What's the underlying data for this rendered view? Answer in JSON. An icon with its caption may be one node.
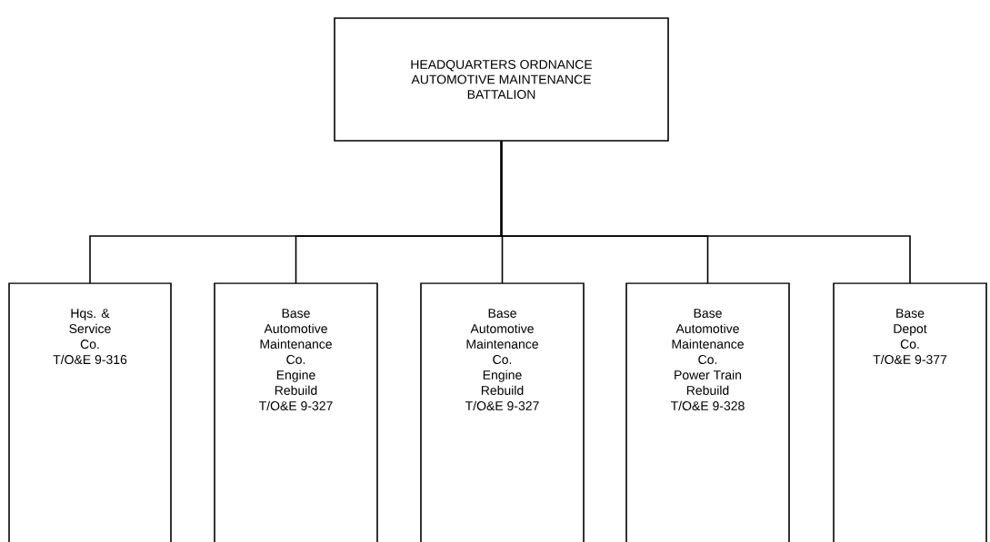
{
  "diagram": {
    "nodes": [
      {
        "text": [
          "HEADQUARTERS ORDNANCE AUTOMOTIVE MAINTENANCE BATTALION"
        ]
      },
      {
        "text": [
          "Hqs. & Service Co.",
          "T/O&E 9-316"
        ]
      },
      {
        "text": [
          "Base Automotive Maintenance Co.",
          "Engine Rebuild",
          "T/O&E 9-327"
        ]
      },
      {
        "text": [
          "Base Automotive Maintenance Co.",
          "Engine Rebuild",
          "T/O&E 9-327"
        ]
      },
      {
        "text": [
          "Base Automotive Maintenance Co.",
          "Power Train Rebuild",
          "T/O&E 9-328"
        ]
      },
      {
        "text": [
          "Base Depot Co.",
          "T/O&E 9-377"
        ]
      }
    ],
    "edges": [
      {
        "from": 0,
        "to": 1,
        "arrow": "none"
      },
      {
        "from": 0,
        "to": 2,
        "arrow": "none"
      },
      {
        "from": 0,
        "to": 3,
        "arrow": "none"
      },
      {
        "from": 0,
        "to": 4,
        "arrow": "none"
      },
      {
        "from": 0,
        "to": 5,
        "arrow": "none"
      }
    ]
  }
}
